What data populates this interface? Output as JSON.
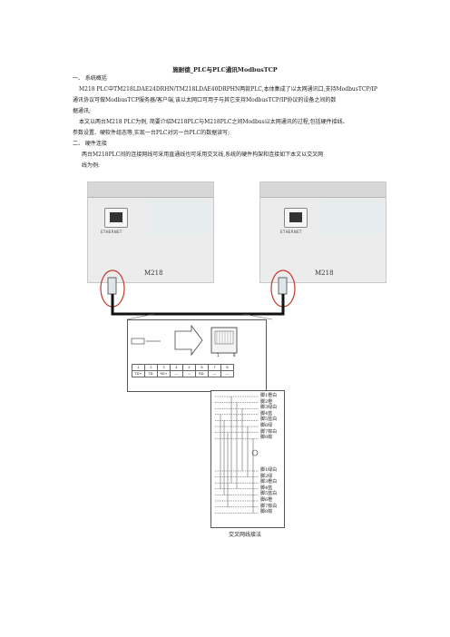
{
  "doc": {
    "title": "施耐德_PLC与PLC通讯ModbusTCP",
    "section1_heading": "一、 系统概括",
    "section1_line1": "M218 PLC中TM218LDAE24DRHN/TM218LDAE40DRPHN两款PLC,本体集成了以太网通讯口,支持ModbusTCP/IP",
    "section1_line2": "通讯协议可做ModbusTCP服务器/客户端,该以太网口可用于与其它支持ModbusTCP/IP协议的设备之间的数",
    "section1_line3": "据通讯;",
    "section1_line4": "本文以两台M218 PLC为例, 简要介绍M218PLC与M218PLC之间Modbus以太网通讯的过程,包括硬件接线、",
    "section1_line5": "参数设置、硬软件组态等,实现一台PLC对另一台PLC的数据读写;",
    "section2_heading": "二、 硬件连接",
    "section2_line1": "两台M218PLC间的连接网线可采用直通线也可采用交叉线,系统的硬件构架和连接如下本文以交叉网",
    "section2_line2": "线为例:"
  },
  "figure": {
    "plc_left_label": "M218",
    "plc_right_label": "M218",
    "ethernet_label": "ETHERNET",
    "pin_numbers": [
      "1",
      "8"
    ],
    "pin_row_numbers": [
      "1",
      "2",
      "3",
      "4",
      "5",
      "6",
      "7",
      "8"
    ],
    "pin_row_signals": [
      "TD+",
      "TD-",
      "RD+",
      "—",
      "—",
      "RD-",
      "—",
      "—"
    ],
    "wires_top": [
      "脚1橙白",
      "脚2橙",
      "脚3绿白",
      "脚4蓝",
      "脚5蓝白",
      "脚6绿",
      "脚7棕白",
      "脚8棕"
    ],
    "wires_bottom": [
      "脚1绿白",
      "脚2绿",
      "脚3橙白",
      "脚4蓝",
      "脚5蓝白",
      "脚6橙",
      "脚7棕白",
      "脚8棕"
    ],
    "caption": "交叉网线接法"
  },
  "colors": {
    "accent_red": "#c0392b",
    "cable": "#111111"
  }
}
